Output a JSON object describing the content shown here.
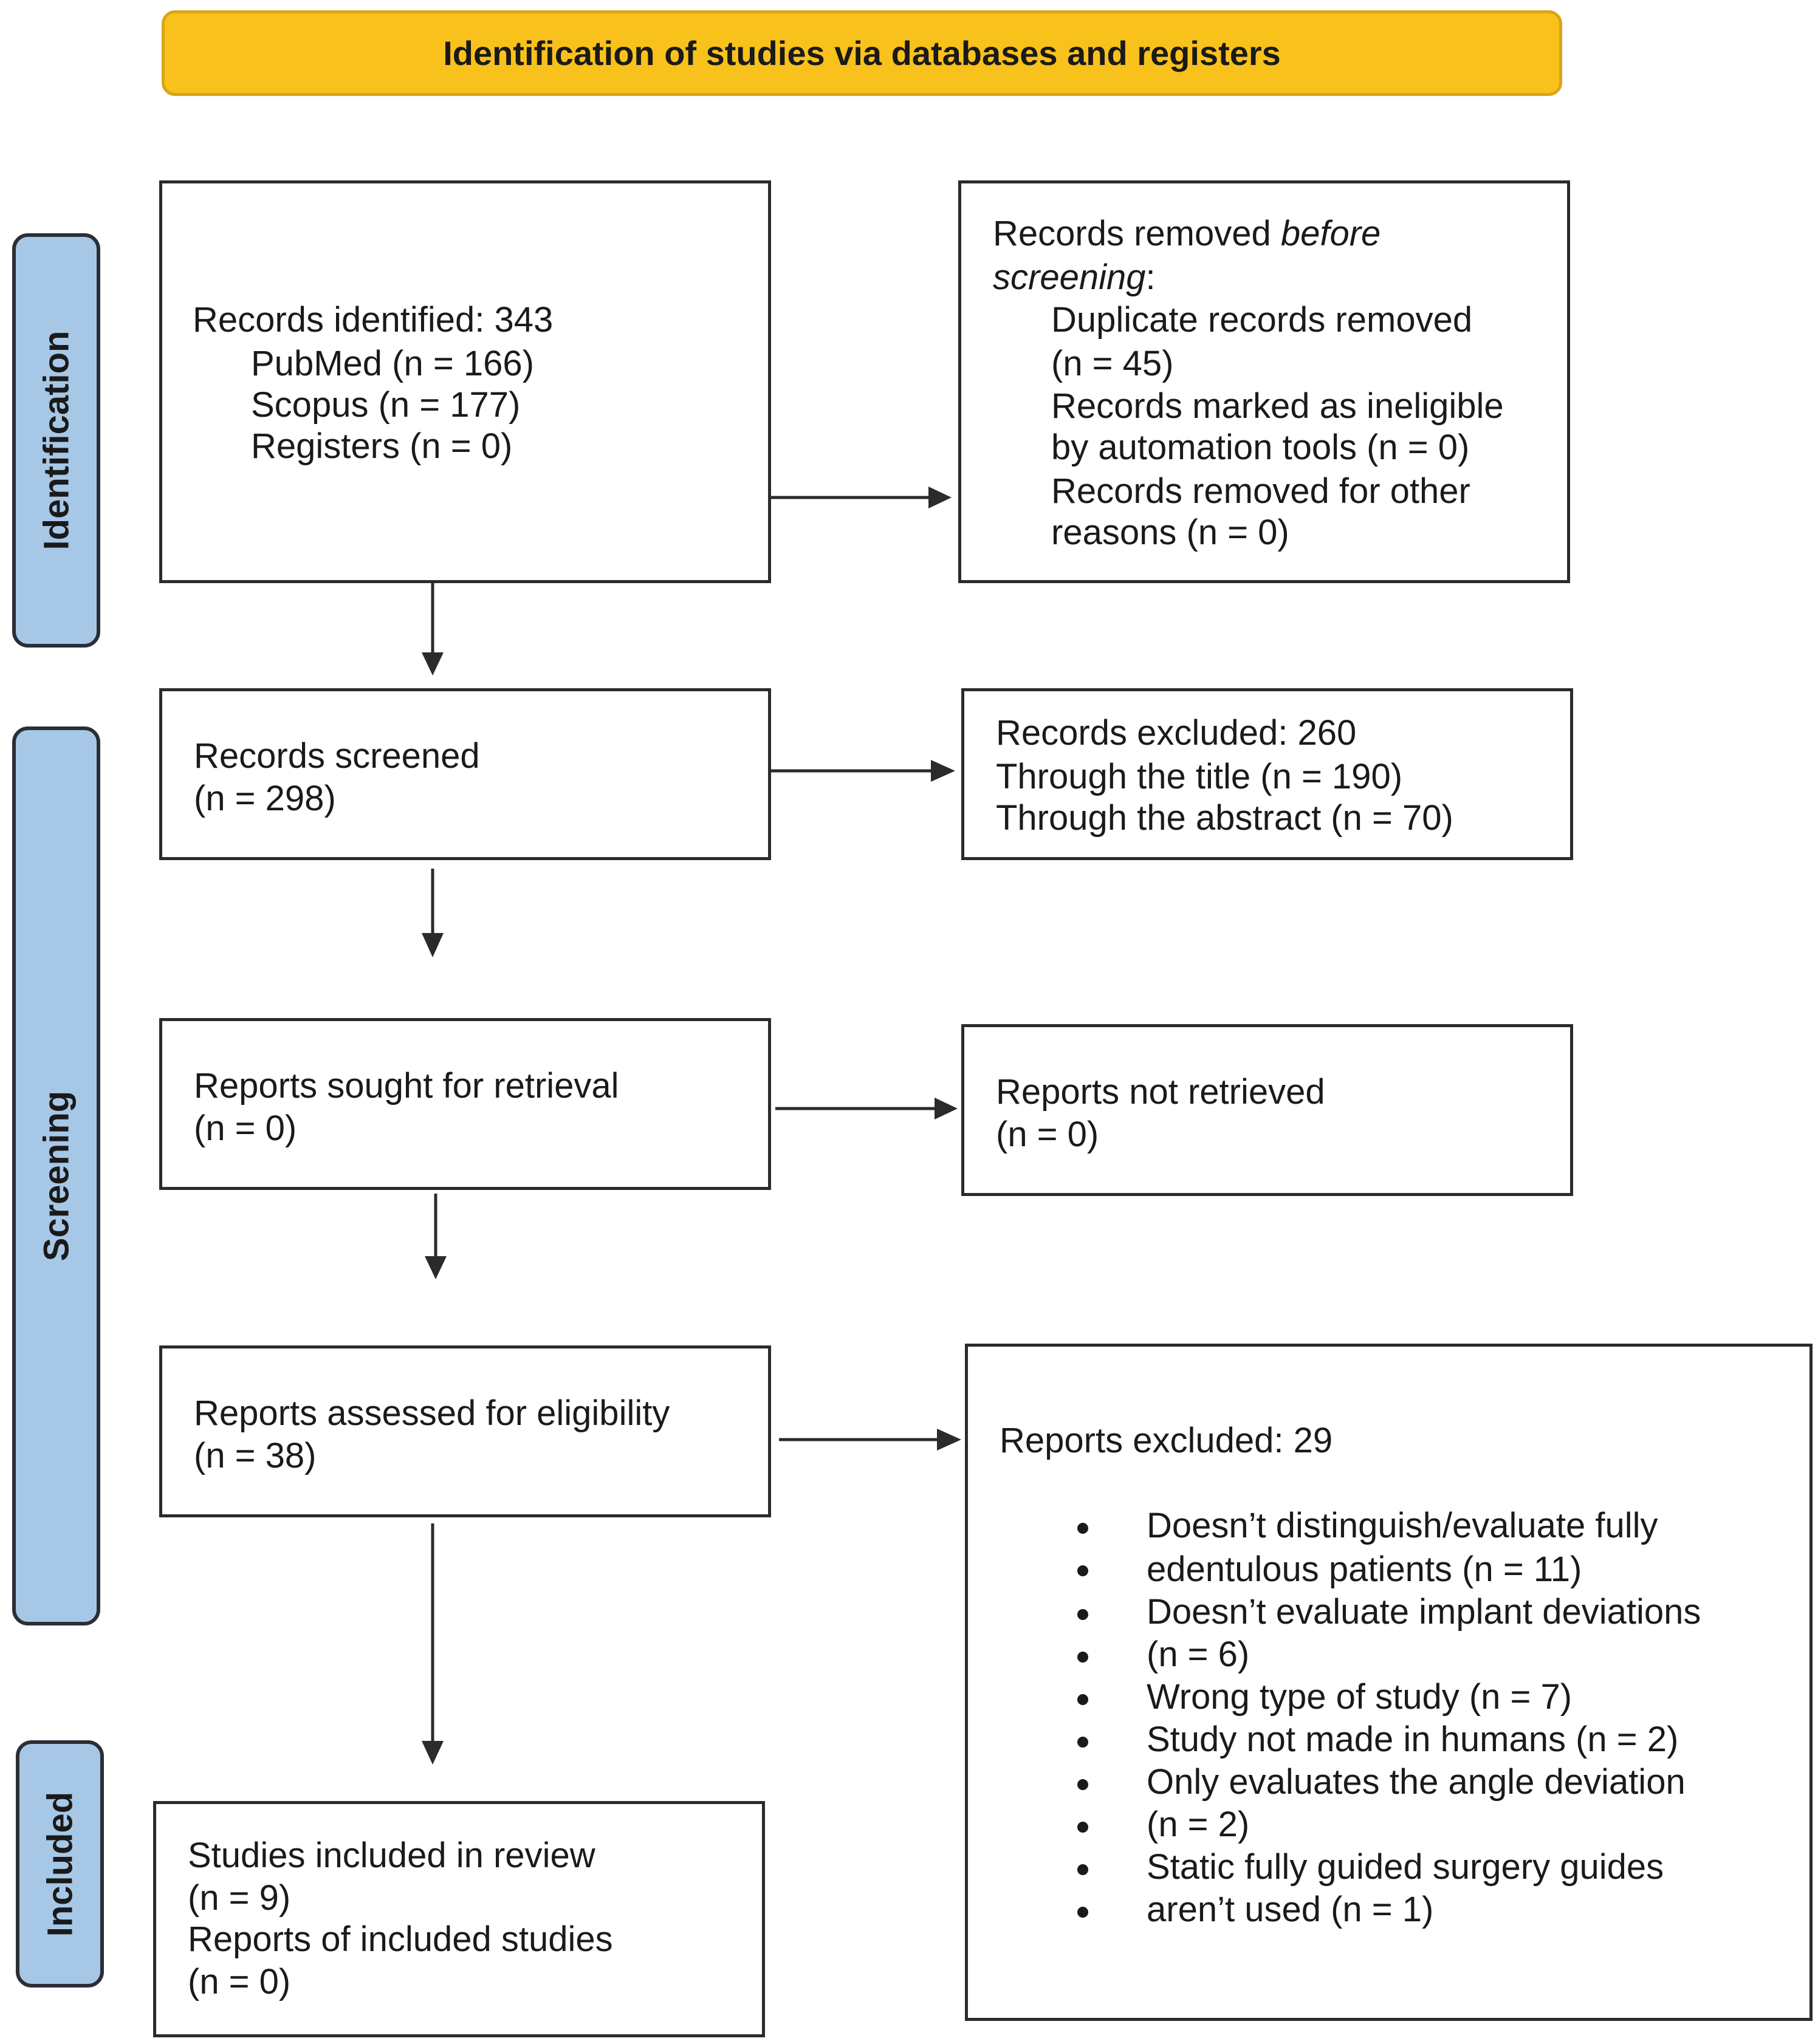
{
  "header": {
    "title": "Identification of studies via databases and registers"
  },
  "phases": {
    "identification": "Identification",
    "screening": "Screening",
    "included": "Included"
  },
  "identified": {
    "line1": "Records identified: 343",
    "pubmed": "PubMed (n = 166)",
    "scopus": "Scopus (n = 177)",
    "registers": "Registers (n = 0)"
  },
  "removed": {
    "title_prefix": "Records removed ",
    "title_em1": "before",
    "title_em2": "screening",
    "title_suffix": ":",
    "duplicate_1": "Duplicate records removed",
    "duplicate_2": "(n =  45)",
    "ineligible_1": "Records marked as ineligible",
    "ineligible_2": "by automation tools (n = 0)",
    "other_1": "Records removed for other",
    "other_2": "reasons (n = 0)"
  },
  "screened": {
    "label": "Records screened",
    "count": "(n = 298)"
  },
  "excluded_records": {
    "line1": "Records excluded: 260",
    "line2": "Through the title (n = 190)",
    "line3": "Through the abstract (n = 70)"
  },
  "sought": {
    "label": "Reports sought for retrieval",
    "count": "(n = 0)"
  },
  "not_retrieved": {
    "label": "Reports not retrieved",
    "count": "(n = 0)"
  },
  "assessed": {
    "label": "Reports assessed for eligibility",
    "count": "(n = 38)"
  },
  "reports_excluded": {
    "title": "Reports excluded: 29",
    "items": [
      "Doesn’t distinguish/evaluate fully",
      "edentulous patients (n = 11)",
      "Doesn’t evaluate implant deviations",
      "(n = 6)",
      "Wrong type of study (n = 7)",
      "Study not made in humans (n = 2)",
      "Only evaluates the angle deviation",
      "(n = 2)",
      "Static fully guided surgery guides",
      "aren’t used (n = 1)"
    ]
  },
  "included": {
    "studies_label": "Studies included in review",
    "studies_count": "(n = 9)",
    "reports_label": "Reports of included studies",
    "reports_count": "(n = 0)"
  },
  "colors": {
    "header_fill": "#f9c11b",
    "phase_fill": "#a7c7e7",
    "border": "#2b2b2b"
  }
}
